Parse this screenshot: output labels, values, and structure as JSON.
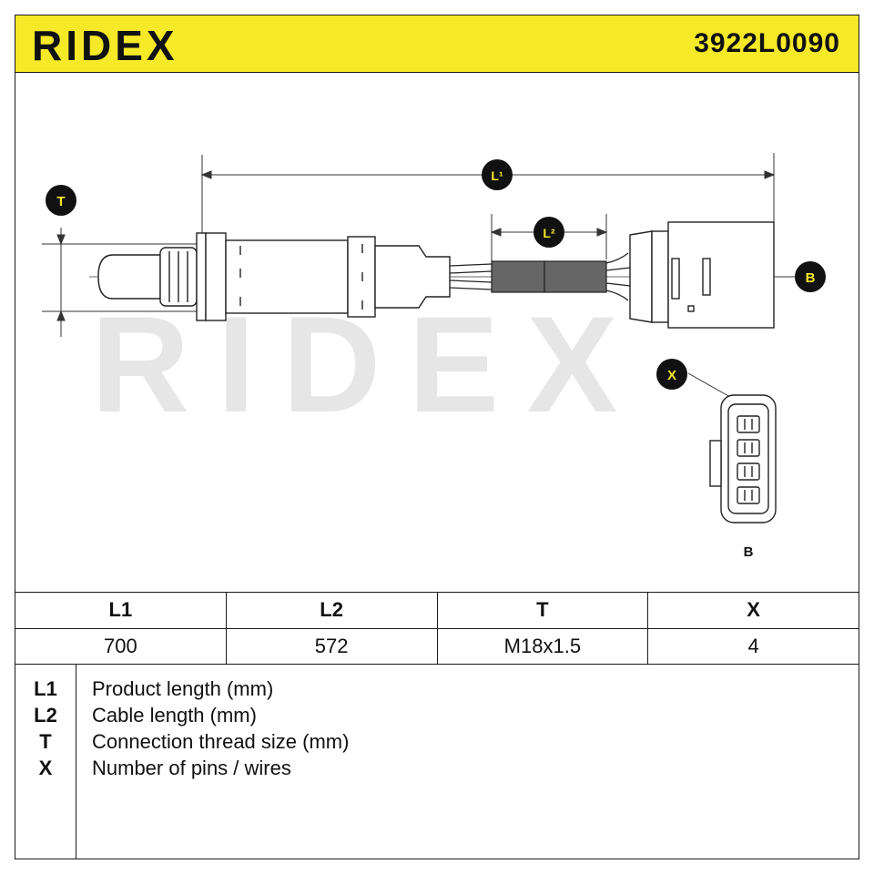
{
  "header": {
    "brand": "RIDEX",
    "part_number": "3922L0090",
    "accent_color": "#f5e928"
  },
  "diagram": {
    "callouts": {
      "T": "T",
      "L1": "L¹",
      "L2": "L²",
      "B": "B",
      "X": "X",
      "connector_label": "B"
    },
    "watermark": "RIDEX"
  },
  "spec_table": {
    "headers": [
      "L1",
      "L2",
      "T",
      "X"
    ],
    "values": [
      "700",
      "572",
      "M18x1.5",
      "4"
    ]
  },
  "legend": [
    {
      "key": "L1",
      "desc": "Product length (mm)"
    },
    {
      "key": "L2",
      "desc": "Cable length (mm)"
    },
    {
      "key": "T",
      "desc": "Connection thread size (mm)"
    },
    {
      "key": "X",
      "desc": "Number of pins / wires"
    }
  ]
}
